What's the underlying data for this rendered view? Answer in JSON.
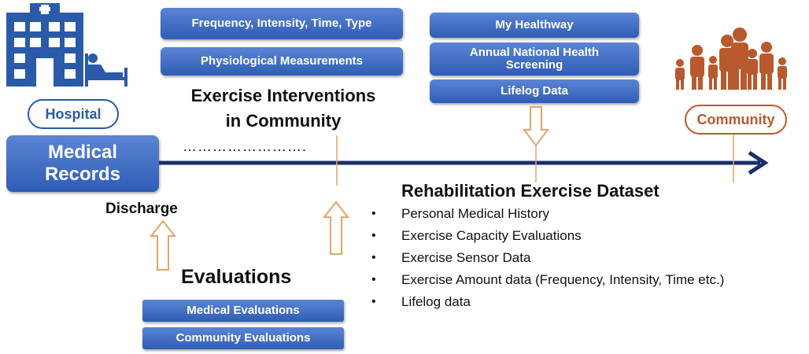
{
  "hospital": {
    "label": "Hospital"
  },
  "community": {
    "label": "Community"
  },
  "medical_records": {
    "label": "Medical Records"
  },
  "discharge": {
    "label": "Discharge"
  },
  "dots": {
    "text": "……………………."
  },
  "top_left_buttons": [
    {
      "label": "Frequency, Intensity, Time, Type"
    },
    {
      "label": "Physiological Measurements"
    }
  ],
  "exercise_interventions": {
    "line1": "Exercise Interventions",
    "line2": "in Community"
  },
  "top_right_buttons": [
    {
      "label": "My Healthway"
    },
    {
      "label": "Annual National Health Screening"
    },
    {
      "label": "Lifelog Data"
    }
  ],
  "dataset": {
    "title": "Rehabilitation Exercise Dataset",
    "items": [
      "Personal Medical History",
      "Exercise Capacity Evaluations",
      "Exercise Sensor Data",
      "Exercise Amount data (Frequency, Intensity, Time etc.)",
      "Lifelog data"
    ]
  },
  "evaluations": {
    "title": "Evaluations",
    "buttons": [
      {
        "label": "Medical Evaluations"
      },
      {
        "label": "Community Evaluations"
      }
    ]
  },
  "colors": {
    "hospital_blue": "#2b5aa8",
    "community_orange": "#b85a2e",
    "timeline_navy": "#1a2e6e",
    "arrow_orange": "#e2a56b"
  }
}
